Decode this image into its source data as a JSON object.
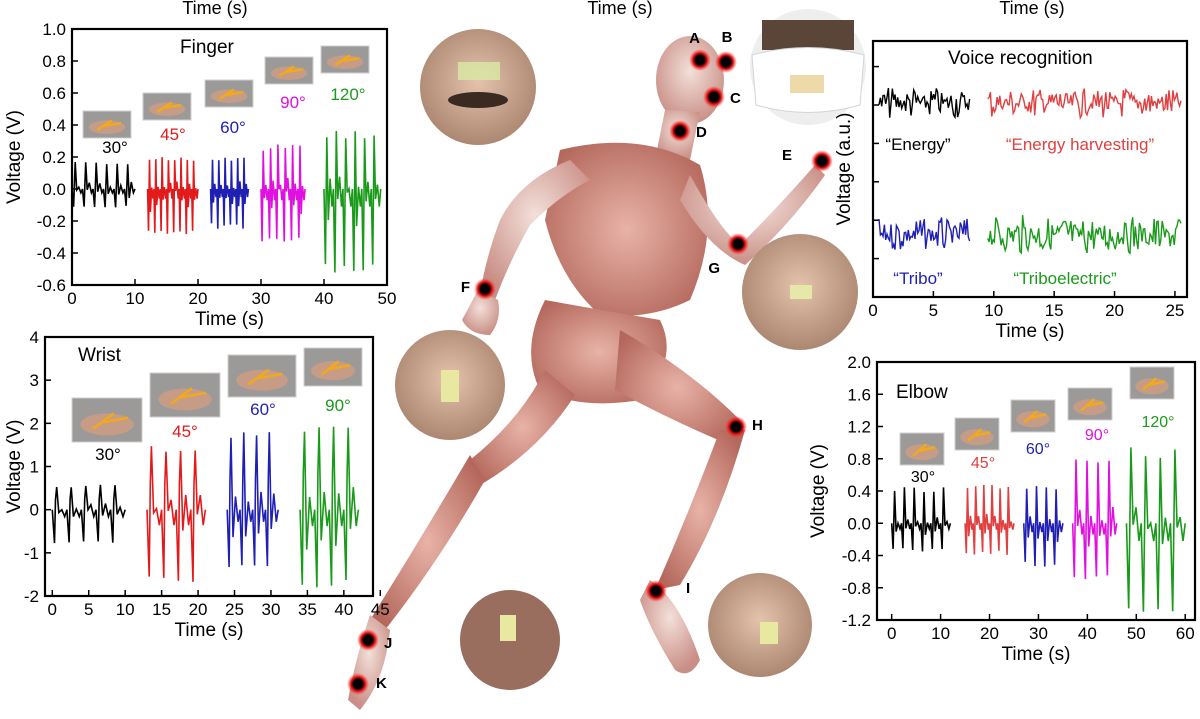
{
  "top_labels": [
    "Time (s)",
    "Time (s)",
    "Time (s)"
  ],
  "finger": {
    "title": "Finger",
    "xlabel": "Time (s)",
    "ylabel": "Voltage (V)",
    "xticks": [
      "0",
      "10",
      "20",
      "30",
      "40",
      "50"
    ],
    "yticks": [
      "-0.6",
      "-0.4",
      "-0.2",
      "0.0",
      "0.2",
      "0.4",
      "0.6",
      "0.8",
      "1.0"
    ],
    "angles": [
      {
        "label": "30°",
        "color": "#000000"
      },
      {
        "label": "45°",
        "color": "#e31a1c"
      },
      {
        "label": "60°",
        "color": "#1f1fb4"
      },
      {
        "label": "90°",
        "color": "#e010e0"
      },
      {
        "label": "120°",
        "color": "#1a9a1a"
      }
    ]
  },
  "wrist": {
    "title": "Wrist",
    "xlabel": "Time (s)",
    "ylabel": "Voltage (V)",
    "xticks": [
      "0",
      "5",
      "10",
      "15",
      "20",
      "25",
      "30",
      "35",
      "40",
      "45"
    ],
    "yticks": [
      "-2",
      "-1",
      "0",
      "1",
      "2",
      "3",
      "4"
    ],
    "angles": [
      {
        "label": "30°",
        "color": "#000000"
      },
      {
        "label": "45°",
        "color": "#e31a1c"
      },
      {
        "label": "60°",
        "color": "#1f1fb4"
      },
      {
        "label": "90°",
        "color": "#1a9a1a"
      }
    ]
  },
  "voice": {
    "title": "Voice recognition",
    "xlabel": "Time (s)",
    "ylabel": "Voltage (a.u.)",
    "xticks": [
      "0",
      "5",
      "10",
      "15",
      "20",
      "25"
    ],
    "words": [
      {
        "label": "“Energy”",
        "color": "#000000"
      },
      {
        "label": "“Energy harvesting”",
        "color": "#e04040"
      },
      {
        "label": "“Tribo”",
        "color": "#1f1fb4"
      },
      {
        "label": "“Triboelectric”",
        "color": "#1a9a1a"
      }
    ]
  },
  "elbow": {
    "title": "Elbow",
    "xlabel": "Time (s)",
    "ylabel": "Voltage (V)",
    "xticks": [
      "0",
      "10",
      "20",
      "30",
      "40",
      "50",
      "60"
    ],
    "yticks": [
      "-1.2",
      "-0.8",
      "-0.4",
      "0.0",
      "0.4",
      "0.8",
      "1.2",
      "1.6",
      "2.0"
    ],
    "angles": [
      {
        "label": "30°",
        "color": "#000000"
      },
      {
        "label": "45°",
        "color": "#e04040"
      },
      {
        "label": "60°",
        "color": "#1f1fb4"
      },
      {
        "label": "90°",
        "color": "#e010e0"
      },
      {
        "label": "120°",
        "color": "#1a9a1a"
      }
    ]
  },
  "body_points": [
    "A",
    "B",
    "C",
    "D",
    "E",
    "F",
    "G",
    "H",
    "I",
    "J",
    "K"
  ],
  "chart_data": [
    {
      "type": "line",
      "title": "Finger",
      "xlabel": "Time (s)",
      "ylabel": "Voltage (V)",
      "xlim": [
        0,
        50
      ],
      "ylim": [
        -0.6,
        1.0
      ],
      "series": [
        {
          "name": "30°",
          "x_range": [
            0,
            10
          ],
          "peak": 0.18,
          "trough": -0.12,
          "cycles": 6
        },
        {
          "name": "45°",
          "x_range": [
            12,
            20
          ],
          "peak": 0.2,
          "trough": -0.3,
          "cycles": 8
        },
        {
          "name": "60°",
          "x_range": [
            22,
            28
          ],
          "peak": 0.2,
          "trough": -0.25,
          "cycles": 6
        },
        {
          "name": "90°",
          "x_range": [
            30,
            37
          ],
          "peak": 0.28,
          "trough": -0.35,
          "cycles": 6
        },
        {
          "name": "120°",
          "x_range": [
            40,
            49
          ],
          "peak": 0.37,
          "trough": -0.55,
          "cycles": 6
        }
      ]
    },
    {
      "type": "line",
      "title": "Wrist",
      "xlabel": "Time (s)",
      "ylabel": "Voltage (V)",
      "xlim": [
        -1,
        44
      ],
      "ylim": [
        -2,
        4
      ],
      "series": [
        {
          "name": "30°",
          "x_range": [
            0,
            10
          ],
          "peak": 0.6,
          "trough": -0.8,
          "cycles": 5
        },
        {
          "name": "45°",
          "x_range": [
            13,
            21
          ],
          "peak": 1.5,
          "trough": -1.8,
          "cycles": 4
        },
        {
          "name": "60°",
          "x_range": [
            24,
            31
          ],
          "peak": 1.8,
          "trough": -1.4,
          "cycles": 4
        },
        {
          "name": "90°",
          "x_range": [
            34,
            42
          ],
          "peak": 2.1,
          "trough": -1.9,
          "cycles": 4
        }
      ]
    },
    {
      "type": "line",
      "title": "Voice recognition",
      "xlabel": "Time (s)",
      "ylabel": "Voltage (a.u.)",
      "xlim": [
        0,
        26
      ],
      "series": [
        {
          "name": "“Energy”",
          "x_range": [
            0.5,
            8
          ]
        },
        {
          "name": "“Energy harvesting”",
          "x_range": [
            9.5,
            25.5
          ]
        },
        {
          "name": "“Tribo”",
          "x_range": [
            0.5,
            8
          ]
        },
        {
          "name": "“Triboelectric”",
          "x_range": [
            9.5,
            25.5
          ]
        }
      ]
    },
    {
      "type": "line",
      "title": "Elbow",
      "xlabel": "Time (s)",
      "ylabel": "Voltage (V)",
      "xlim": [
        -3,
        62
      ],
      "ylim": [
        -1.2,
        2.0
      ],
      "series": [
        {
          "name": "30°",
          "x_range": [
            0,
            12
          ],
          "peak": 0.45,
          "trough": -0.35,
          "cycles": 6
        },
        {
          "name": "45°",
          "x_range": [
            15,
            25
          ],
          "peak": 0.48,
          "trough": -0.4,
          "cycles": 6
        },
        {
          "name": "60°",
          "x_range": [
            27,
            35
          ],
          "peak": 0.48,
          "trough": -0.55,
          "cycles": 4
        },
        {
          "name": "90°",
          "x_range": [
            37,
            46
          ],
          "peak": 0.85,
          "trough": -0.7,
          "cycles": 4
        },
        {
          "name": "120°",
          "x_range": [
            48,
            60
          ],
          "peak": 0.95,
          "trough": -1.1,
          "cycles": 4
        }
      ]
    }
  ]
}
